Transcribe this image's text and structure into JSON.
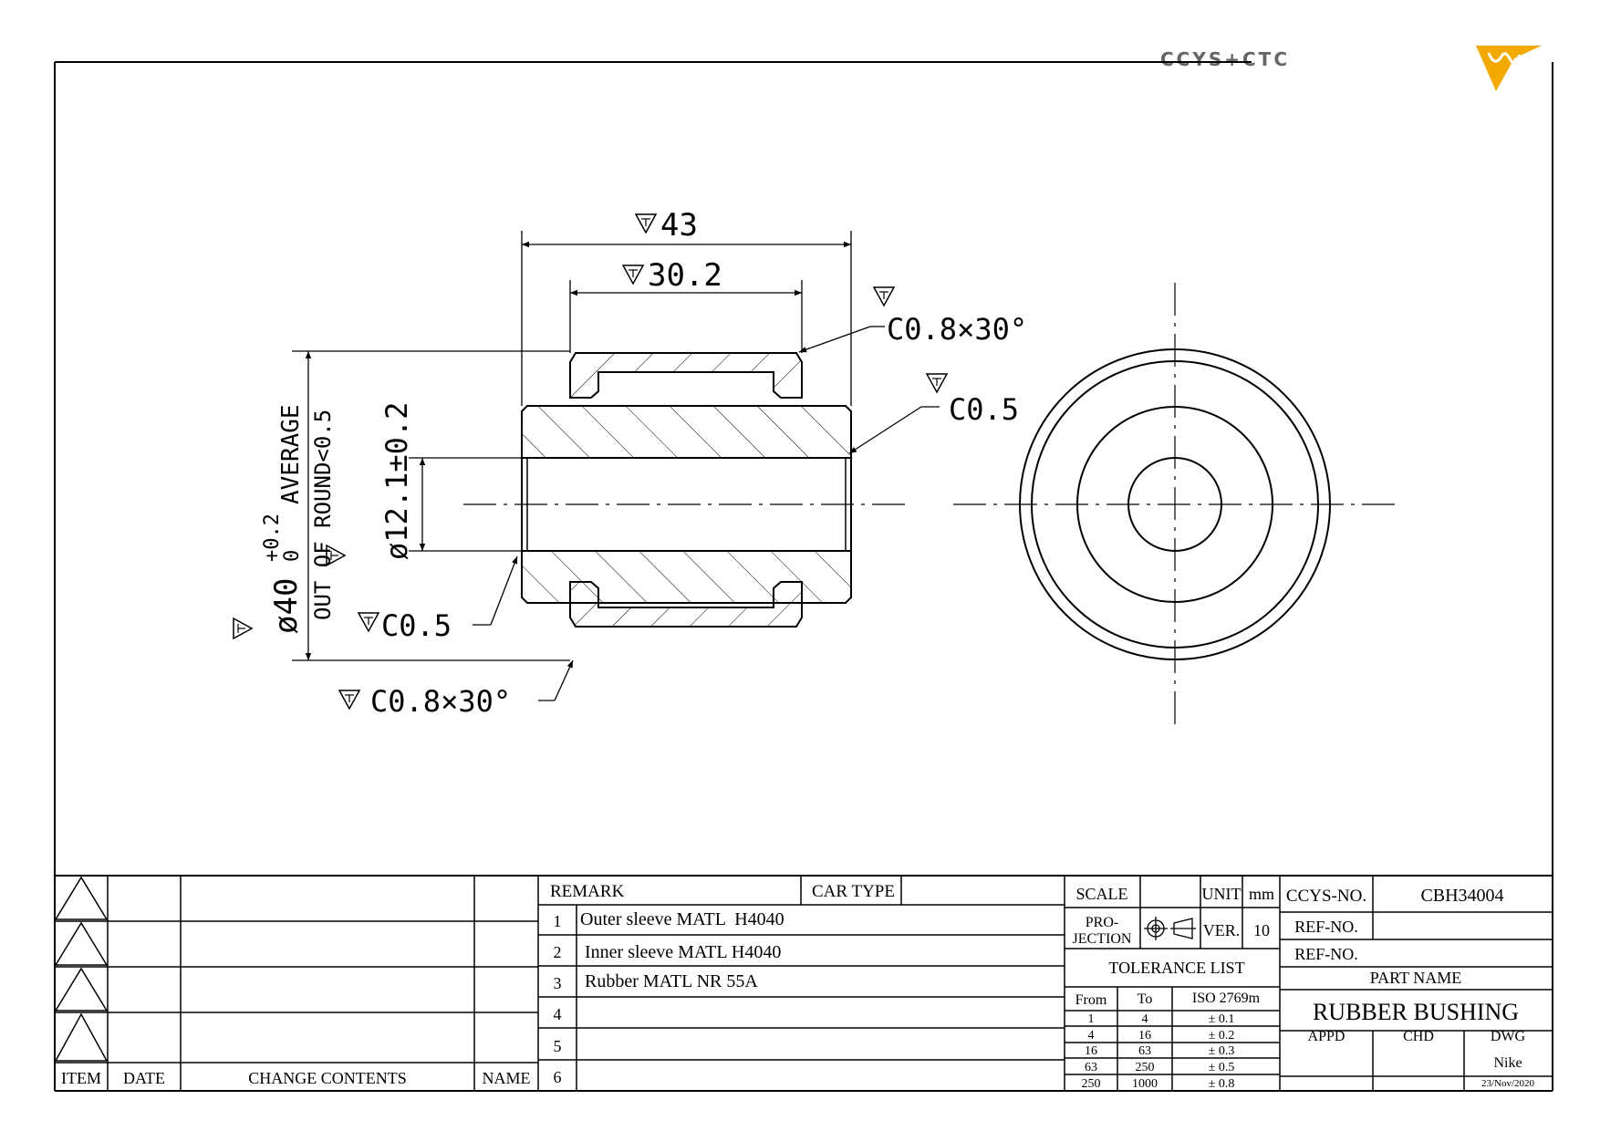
{
  "logo": {
    "text": "CCYS+CTC",
    "accent_color": "#f2a900",
    "text_color": "#666666"
  },
  "drawing": {
    "dimensions": {
      "outer_width": "43",
      "flange_width": "30.2",
      "chamfer_outer_top": "C0.8×30°",
      "chamfer_inner_right": "C0.5",
      "chamfer_inner_left": "C0.5",
      "chamfer_outer_bottom": "C0.8×30°",
      "inner_diameter": "ø12.1±0.2",
      "outer_diameter": "ø40",
      "outer_diameter_tol_upper": "+0.2",
      "outer_diameter_tol_lower": "0",
      "note_average": "AVERAGE",
      "note_out_of_round": "OUT OF ROUND<0.5"
    },
    "symbol_letter": "T"
  },
  "revision_table": {
    "headers": {
      "item": "ITEM",
      "date": "DATE",
      "change_contents": "CHANGE CONTENTS",
      "name": "NAME"
    }
  },
  "remarks": {
    "remark_label": "REMARK",
    "car_type_label": "CAR TYPE",
    "items": [
      {
        "no": "1",
        "text": "Outer sleeve MATL  H4040"
      },
      {
        "no": "2",
        "text": "Inner sleeve MATL H4040"
      },
      {
        "no": "3",
        "text": "Rubber MATL NR 55A"
      },
      {
        "no": "4",
        "text": ""
      },
      {
        "no": "5",
        "text": ""
      },
      {
        "no": "6",
        "text": ""
      }
    ]
  },
  "title_block": {
    "scale_label": "SCALE",
    "unit_label": "UNIT",
    "unit_value": "mm",
    "projection_label_1": "PRO-",
    "projection_label_2": "JECTION",
    "ver_label": "VER.",
    "ver_value": "10",
    "tolerance_title": "TOLERANCE LIST",
    "tolerance_headers": [
      "From",
      "To",
      "ISO 2769m"
    ],
    "tolerance_rows": [
      [
        "1",
        "4",
        "± 0.1"
      ],
      [
        "4",
        "16",
        "± 0.2"
      ],
      [
        "16",
        "63",
        "± 0.3"
      ],
      [
        "63",
        "250",
        "± 0.5"
      ],
      [
        "250",
        "1000",
        "± 0.8"
      ]
    ],
    "ccys_no_label": "CCYS-NO.",
    "ccys_no_value": "CBH34004",
    "ref_no_label_1": "REF-NO.",
    "ref_no_label_2": "REF-NO.",
    "part_name_label": "PART NAME",
    "part_name_value": "RUBBER BUSHING",
    "appd_label": "APPD",
    "chd_label": "CHD",
    "dwg_label": "DWG",
    "dwg_name": "Nike",
    "dwg_date": "23/Nov/2020"
  }
}
